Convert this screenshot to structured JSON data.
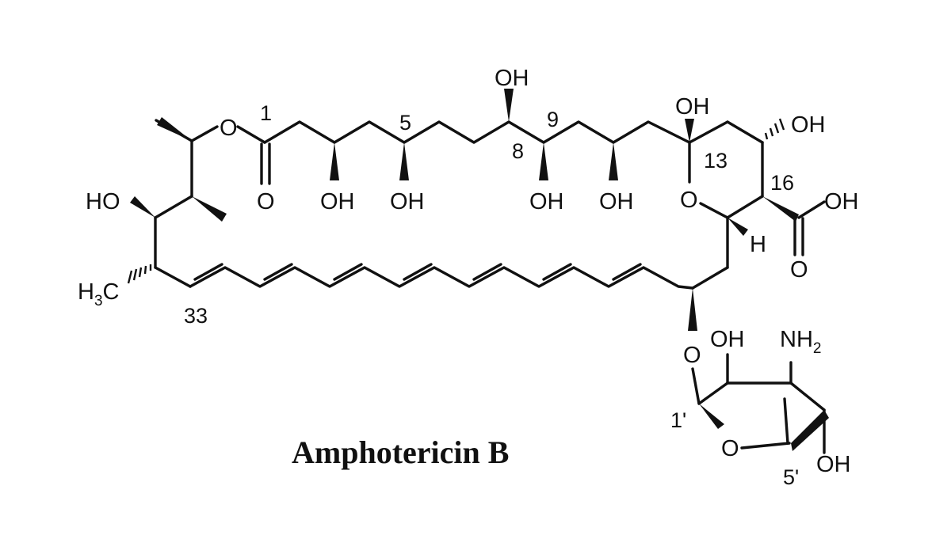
{
  "title": "Amphotericin B",
  "atoms": {
    "ester_o": "O",
    "carbonyl_o": "O",
    "oh": "OH",
    "ho": "HO",
    "ring_o": "O",
    "h": "H",
    "acid_oh": "OH",
    "acid_o": "O",
    "glyco_o": "O",
    "sugar_o": "O",
    "nh": "NH",
    "two": "2",
    "h3c_h": "H",
    "h3c_3": "3",
    "h3c_c": "C"
  },
  "locants": {
    "c1": "1",
    "c5": "5",
    "c8": "8",
    "c9": "9",
    "c13": "13",
    "c16": "16",
    "c33": "33",
    "c1p": "1'",
    "c5p": "5'"
  }
}
